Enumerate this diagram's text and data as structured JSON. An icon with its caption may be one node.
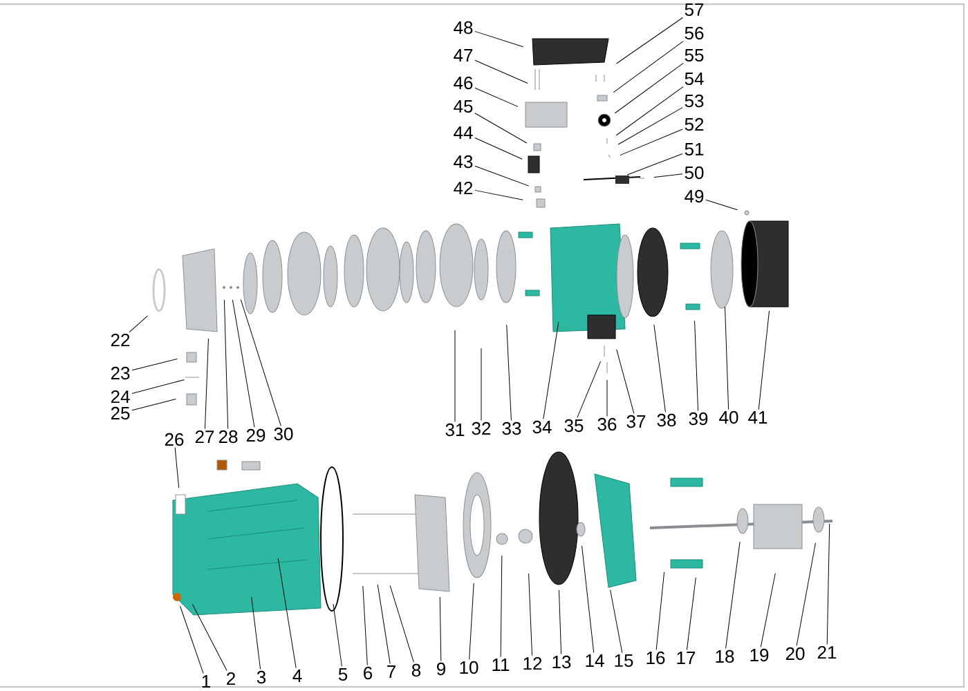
{
  "diagram": {
    "nodes": [
      {
        "text": [
          "1"
        ]
      },
      {
        "text": [
          "2"
        ]
      },
      {
        "text": [
          "3"
        ]
      },
      {
        "text": [
          "4"
        ]
      },
      {
        "text": [
          "5"
        ]
      },
      {
        "text": [
          "6"
        ]
      },
      {
        "text": [
          "7"
        ]
      },
      {
        "text": [
          "8"
        ]
      },
      {
        "text": [
          "9"
        ]
      },
      {
        "text": [
          "10"
        ]
      },
      {
        "text": [
          "11"
        ]
      },
      {
        "text": [
          "12"
        ]
      },
      {
        "text": [
          "13"
        ]
      },
      {
        "text": [
          "14"
        ]
      },
      {
        "text": [
          "15"
        ]
      },
      {
        "text": [
          "16"
        ]
      },
      {
        "text": [
          "17"
        ]
      },
      {
        "text": [
          "18"
        ]
      },
      {
        "text": [
          "19"
        ]
      },
      {
        "text": [
          "20"
        ]
      },
      {
        "text": [
          "21"
        ]
      },
      {
        "text": [
          "22"
        ]
      },
      {
        "text": [
          "23"
        ]
      },
      {
        "text": [
          "24"
        ]
      },
      {
        "text": [
          "25"
        ]
      },
      {
        "text": [
          "26"
        ]
      },
      {
        "text": [
          "27"
        ]
      },
      {
        "text": [
          "28"
        ]
      },
      {
        "text": [
          "29"
        ]
      },
      {
        "text": [
          "30"
        ]
      },
      {
        "text": [
          "31"
        ]
      },
      {
        "text": [
          "32"
        ]
      },
      {
        "text": [
          "33"
        ]
      },
      {
        "text": [
          "34"
        ]
      },
      {
        "text": [
          "35"
        ]
      },
      {
        "text": [
          "36"
        ]
      },
      {
        "text": [
          "37"
        ]
      },
      {
        "text": [
          "38"
        ]
      },
      {
        "text": [
          "39"
        ]
      },
      {
        "text": [
          "40"
        ]
      },
      {
        "text": [
          "41"
        ]
      },
      {
        "text": [
          "42"
        ]
      },
      {
        "text": [
          "43"
        ]
      },
      {
        "text": [
          "44"
        ]
      },
      {
        "text": [
          "45"
        ]
      },
      {
        "text": [
          "46"
        ]
      },
      {
        "text": [
          "47"
        ]
      },
      {
        "text": [
          "48"
        ]
      },
      {
        "text": [
          "49"
        ]
      },
      {
        "text": [
          "50"
        ]
      },
      {
        "text": [
          "51"
        ]
      },
      {
        "text": [
          "52"
        ]
      },
      {
        "text": [
          "53"
        ]
      },
      {
        "text": [
          "54"
        ]
      },
      {
        "text": [
          "55"
        ]
      },
      {
        "text": [
          "56"
        ]
      },
      {
        "text": [
          "57"
        ]
      }
    ],
    "edges": [
      {
        "from": 0,
        "to": null,
        "arrow": "none"
      },
      {
        "from": 1,
        "to": null,
        "arrow": "none"
      },
      {
        "from": 2,
        "to": null,
        "arrow": "none"
      },
      {
        "from": 3,
        "to": null,
        "arrow": "none"
      },
      {
        "from": 4,
        "to": null,
        "arrow": "none"
      },
      {
        "from": 5,
        "to": null,
        "arrow": "none"
      },
      {
        "from": 6,
        "to": null,
        "arrow": "none"
      },
      {
        "from": 7,
        "to": null,
        "arrow": "none"
      },
      {
        "from": 8,
        "to": null,
        "arrow": "none"
      },
      {
        "from": 9,
        "to": null,
        "arrow": "none"
      },
      {
        "from": 10,
        "to": null,
        "arrow": "none"
      },
      {
        "from": 11,
        "to": null,
        "arrow": "none"
      },
      {
        "from": 12,
        "to": null,
        "arrow": "none"
      },
      {
        "from": 13,
        "to": null,
        "arrow": "none"
      },
      {
        "from": 14,
        "to": null,
        "arrow": "none"
      },
      {
        "from": 15,
        "to": null,
        "arrow": "none"
      },
      {
        "from": 16,
        "to": null,
        "arrow": "none"
      },
      {
        "from": 17,
        "to": null,
        "arrow": "none"
      },
      {
        "from": 18,
        "to": null,
        "arrow": "none"
      },
      {
        "from": 19,
        "to": null,
        "arrow": "none"
      },
      {
        "from": 20,
        "to": null,
        "arrow": "none"
      },
      {
        "from": 21,
        "to": null,
        "arrow": "none"
      },
      {
        "from": 22,
        "to": null,
        "arrow": "none"
      },
      {
        "from": 23,
        "to": null,
        "arrow": "none"
      },
      {
        "from": 24,
        "to": null,
        "arrow": "none"
      },
      {
        "from": 25,
        "to": null,
        "arrow": "none"
      },
      {
        "from": 26,
        "to": null,
        "arrow": "none"
      },
      {
        "from": 27,
        "to": null,
        "arrow": "none"
      },
      {
        "from": 28,
        "to": null,
        "arrow": "none"
      },
      {
        "from": 29,
        "to": null,
        "arrow": "none"
      },
      {
        "from": 30,
        "to": null,
        "arrow": "none"
      },
      {
        "from": 31,
        "to": null,
        "arrow": "none"
      },
      {
        "from": 32,
        "to": null,
        "arrow": "none"
      },
      {
        "from": 33,
        "to": null,
        "arrow": "none"
      },
      {
        "from": 34,
        "to": null,
        "arrow": "none"
      },
      {
        "from": 35,
        "to": null,
        "arrow": "none"
      },
      {
        "from": 36,
        "to": null,
        "arrow": "none"
      },
      {
        "from": 37,
        "to": null,
        "arrow": "none"
      },
      {
        "from": 38,
        "to": null,
        "arrow": "none"
      },
      {
        "from": 39,
        "to": null,
        "arrow": "none"
      },
      {
        "from": 40,
        "to": null,
        "arrow": "none"
      },
      {
        "from": 41,
        "to": null,
        "arrow": "none"
      },
      {
        "from": 42,
        "to": null,
        "arrow": "none"
      },
      {
        "from": 43,
        "to": null,
        "arrow": "none"
      },
      {
        "from": 44,
        "to": null,
        "arrow": "none"
      },
      {
        "from": 45,
        "to": null,
        "arrow": "none"
      },
      {
        "from": 46,
        "to": null,
        "arrow": "none"
      },
      {
        "from": 47,
        "to": null,
        "arrow": "none"
      },
      {
        "from": 48,
        "to": null,
        "arrow": "none"
      },
      {
        "from": 49,
        "to": null,
        "arrow": "none"
      },
      {
        "from": 50,
        "to": null,
        "arrow": "none"
      },
      {
        "from": 51,
        "to": null,
        "arrow": "none"
      },
      {
        "from": 52,
        "to": null,
        "arrow": "none"
      },
      {
        "from": 53,
        "to": null,
        "arrow": "none"
      },
      {
        "from": 54,
        "to": null,
        "arrow": "none"
      },
      {
        "from": 55,
        "to": null,
        "arrow": "none"
      },
      {
        "from": 56,
        "to": null,
        "arrow": "none"
      }
    ]
  }
}
